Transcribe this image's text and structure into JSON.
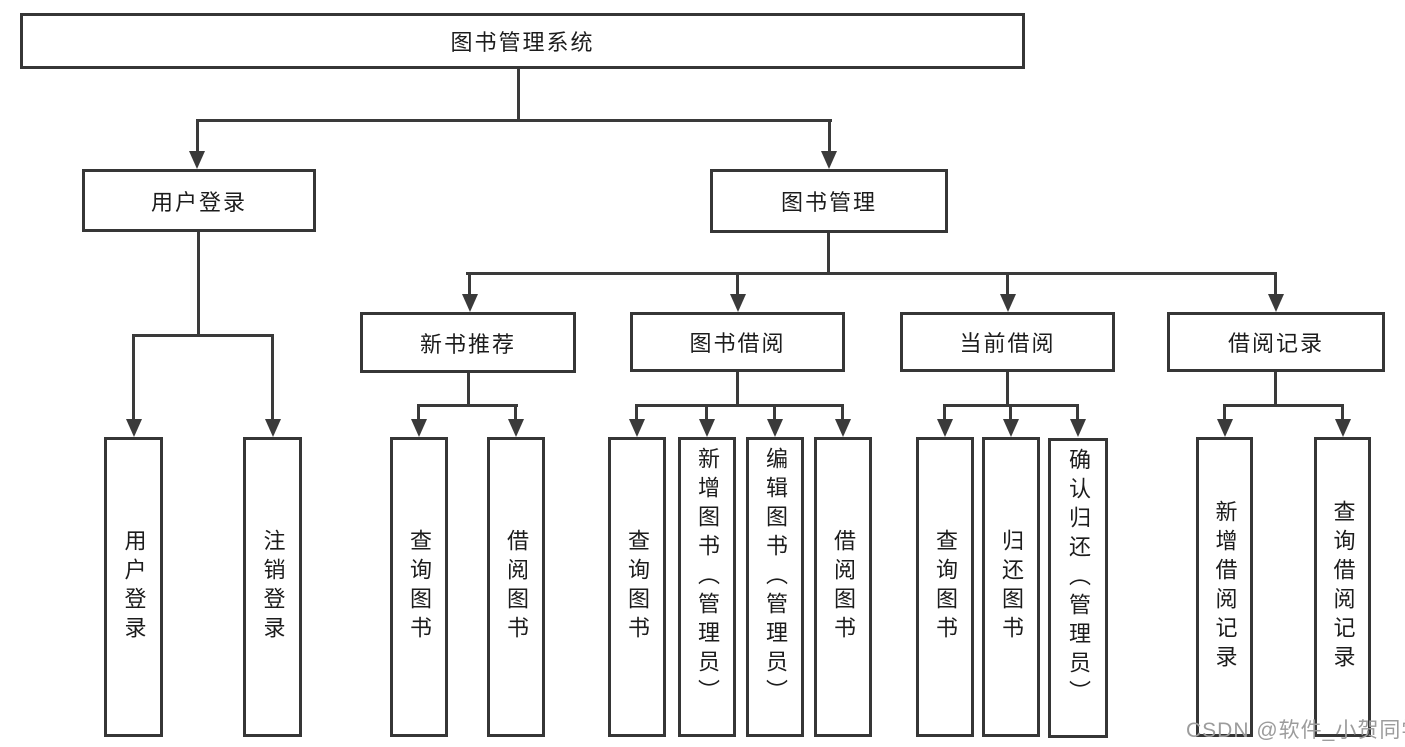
{
  "tree": {
    "root": "图书管理系统",
    "level2": {
      "user_login": "用户登录",
      "book_mgmt": "图书管理"
    },
    "user_login_children": [
      "用户登录",
      "注销登录"
    ],
    "book_mgmt_children": {
      "new_books": "新书推荐",
      "book_borrow": "图书借阅",
      "current_borrow": "当前借阅",
      "borrow_records": "借阅记录"
    },
    "new_books_children": [
      "查询图书",
      "借阅图书"
    ],
    "book_borrow_children": [
      "查询图书",
      "新增图书（管理员）",
      "编辑图书（管理员）",
      "借阅图书"
    ],
    "current_borrow_children": [
      "查询图书",
      "归还图书",
      "确认归还（管理员）"
    ],
    "borrow_records_children": [
      "新增借阅记录",
      "查询借阅记录"
    ]
  },
  "watermark": "CSDN @软件_小贺同学",
  "colors": {
    "line": "#3a3a3a",
    "border": "#363636",
    "text": "#1c1c1c",
    "watermark": "#9c9c9c"
  }
}
